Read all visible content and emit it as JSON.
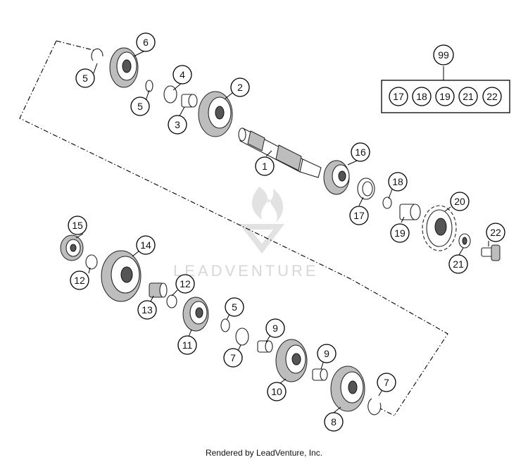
{
  "footer": {
    "credit": "Rendered by LeadVenture, Inc."
  },
  "watermark": {
    "text": "LEADVENTURE"
  },
  "kit": {
    "label": "99",
    "items": [
      "17",
      "18",
      "19",
      "21",
      "22"
    ]
  },
  "callouts": {
    "c1": "1",
    "c2": "2",
    "c3": "3",
    "c4": "4",
    "c5a": "5",
    "c5b": "5",
    "c5c": "5",
    "c6": "6",
    "c7a": "7",
    "c7b": "7",
    "c8": "8",
    "c9a": "9",
    "c9b": "9",
    "c10": "10",
    "c11": "11",
    "c12a": "12",
    "c12b": "12",
    "c13": "13",
    "c14": "14",
    "c15": "15",
    "c16": "16",
    "c17": "17",
    "c18": "18",
    "c19": "19",
    "c20": "20",
    "c21": "21",
    "c22": "22"
  },
  "colors": {
    "line": "#000000",
    "watermark": "#d7d7d7",
    "part_fill": "#ffffff"
  }
}
